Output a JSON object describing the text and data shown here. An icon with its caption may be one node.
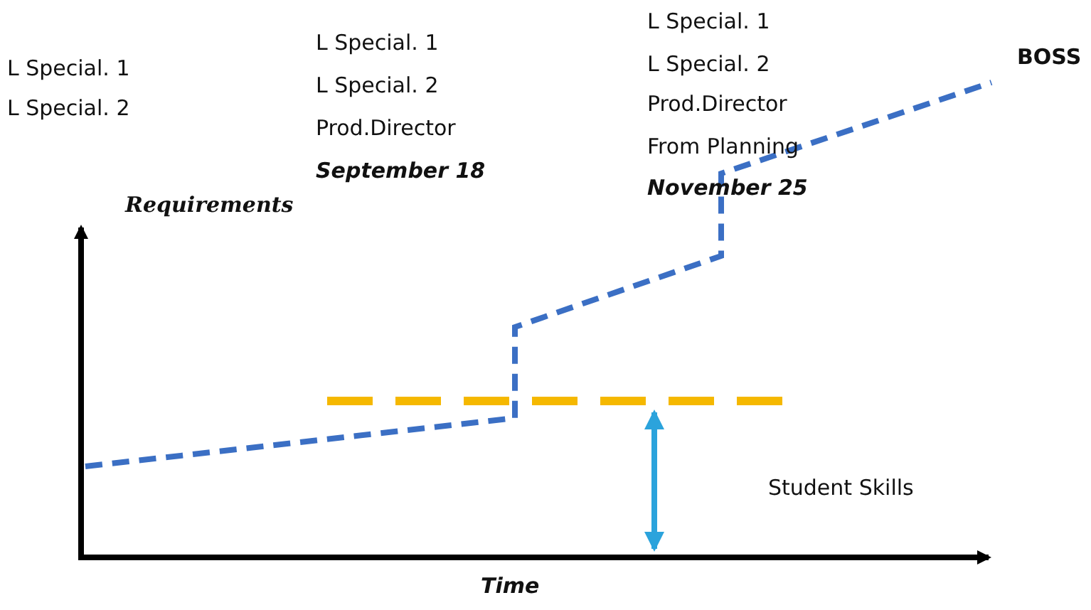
{
  "diagram": {
    "labels": [
      "L Special. 1",
      "L Special. 2",
      "L Special. 1",
      "L Special. 2",
      "Prod.Director",
      "September 18",
      "L Special. 1",
      "L Special. 2",
      "Prod.Director",
      "From Planning",
      "November 25",
      "BOSS",
      "Requirements",
      "Student Skills",
      "Time"
    ]
  }
}
